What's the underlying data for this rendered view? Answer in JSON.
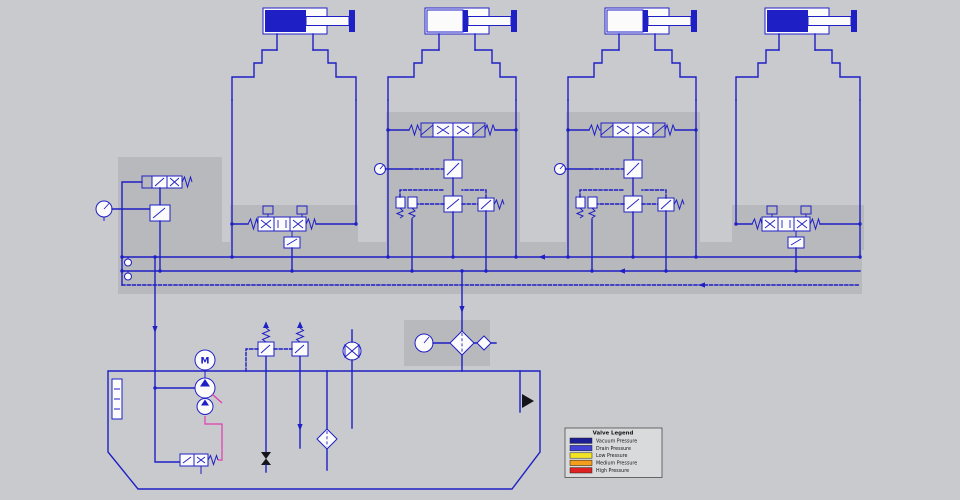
{
  "colors": {
    "background": "#c9cacd",
    "panel": "#b8b9bc",
    "line": "#1f1fc6",
    "pink": "#e23ab0",
    "dark": "#141419",
    "white": "#fbfbfc"
  },
  "labels": {
    "motor": "M"
  },
  "legend": {
    "title": "Valve Legend",
    "items": [
      {
        "label": "Vacuum Pressure",
        "color": "#1c1c94"
      },
      {
        "label": "Drain Pressure",
        "color": "#4343d8"
      },
      {
        "label": "Low Pressure",
        "color": "#f2e424"
      },
      {
        "label": "Medium Pressure",
        "color": "#f59e1e"
      },
      {
        "label": "High Pressure",
        "color": "#dd2222"
      }
    ]
  },
  "symbols": [
    "cylinder",
    "directional-valve",
    "solenoid",
    "pressure-gauge",
    "pump",
    "motor",
    "reservoir",
    "filter",
    "relief-valve",
    "check-valve",
    "flow-indicator"
  ]
}
